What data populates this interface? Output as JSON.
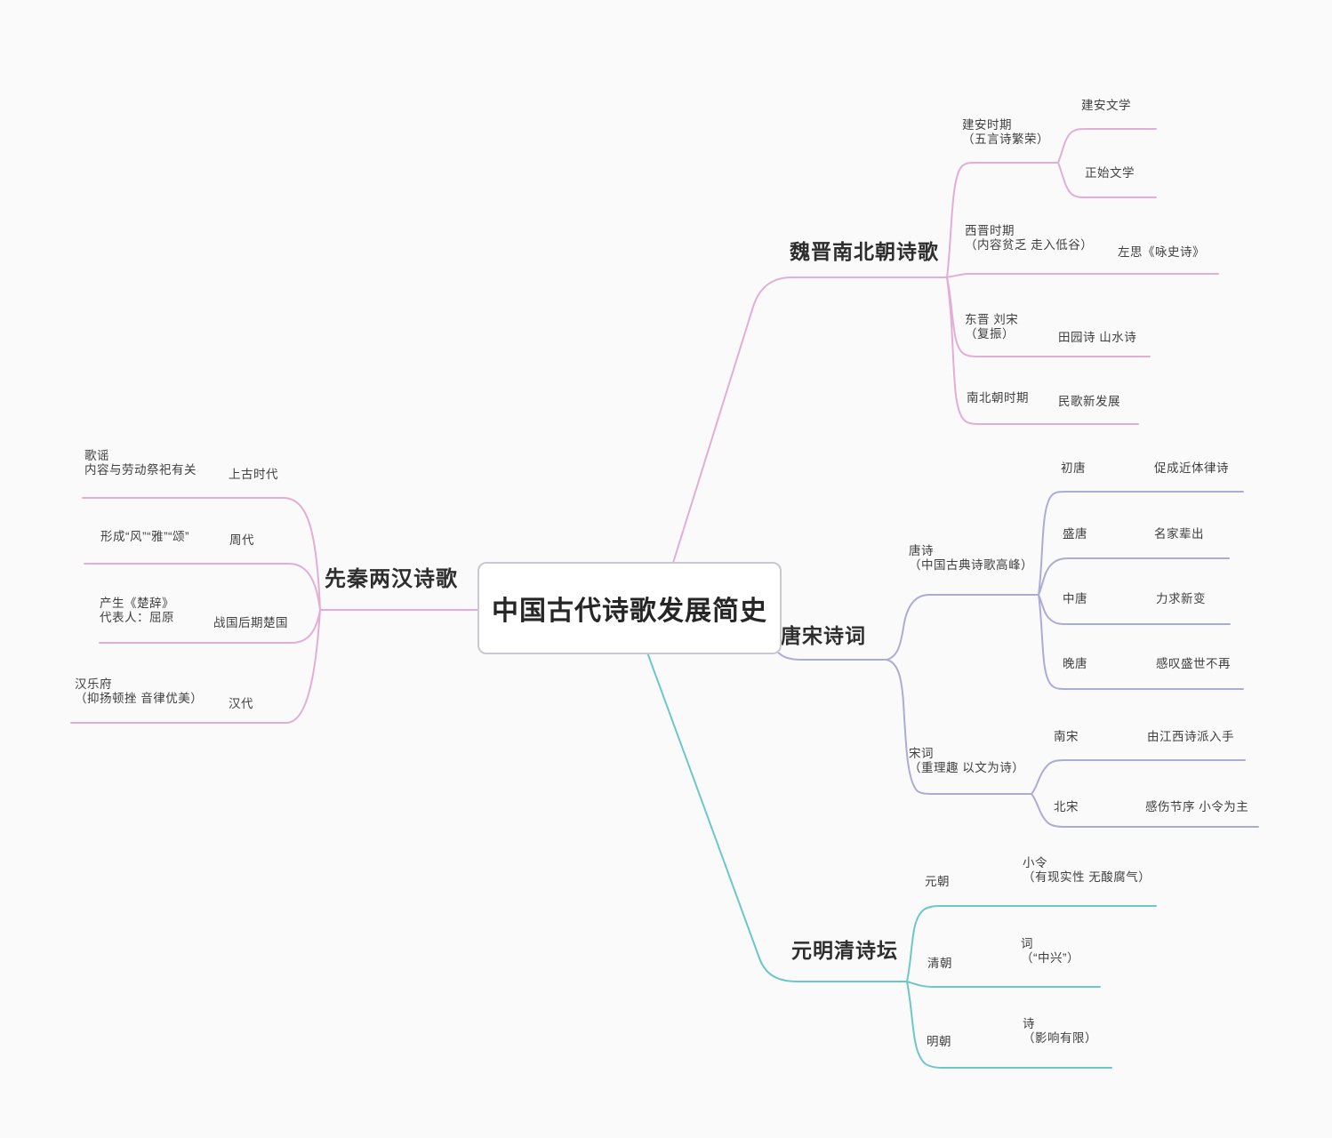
{
  "central": {
    "title": "中国古代诗歌发展简史"
  },
  "colors": {
    "pink": "#e3aed5",
    "lavender": "#abacd6",
    "teal": "#6cc7c9",
    "text": "#3f3f3f"
  },
  "branches": {
    "pre_qin_han": {
      "label": "先秦两汉诗歌",
      "children": [
        {
          "desc": "歌谣\n内容与劳动祭祀有关",
          "keyword": "上古时代"
        },
        {
          "desc": "形成“风”“雅”“颂”",
          "keyword": "周代"
        },
        {
          "desc": "产生《楚辞》\n代表人：屈原",
          "keyword": "战国后期楚国"
        },
        {
          "desc": "汉乐府\n（抑扬顿挫 音律优美）",
          "keyword": "汉代"
        }
      ]
    },
    "wei_jin_nanbeichao": {
      "label": "魏晋南北朝诗歌",
      "children": [
        {
          "desc": "建安时期\n（五言诗繁荣）",
          "subs": [
            "建安文学",
            "正始文学"
          ]
        },
        {
          "desc": "西晋时期\n（内容贫乏 走入低谷）",
          "keyword": "左思《咏史诗》"
        },
        {
          "desc": "东晋 刘宋\n（复振）",
          "keyword": "田园诗 山水诗"
        },
        {
          "desc": "南北朝时期",
          "keyword": "民歌新发展"
        }
      ]
    },
    "tang_song": {
      "label": "唐宋诗词",
      "tang": {
        "desc": "唐诗\n（中国古典诗歌高峰）",
        "periods": [
          {
            "name": "初唐",
            "note": "促成近体律诗"
          },
          {
            "name": "盛唐",
            "note": "名家辈出"
          },
          {
            "name": "中唐",
            "note": "力求新变"
          },
          {
            "name": "晚唐",
            "note": "感叹盛世不再"
          }
        ]
      },
      "song": {
        "desc": "宋词\n（重理趣 以文为诗）",
        "periods": [
          {
            "name": "南宋",
            "note": "由江西诗派入手"
          },
          {
            "name": "北宋",
            "note": "感伤节序 小令为主"
          }
        ]
      }
    },
    "yuan_ming_qing": {
      "label": "元明清诗坛",
      "children": [
        {
          "name": "元朝",
          "note": "小令\n（有现实性 无酸腐气）"
        },
        {
          "name": "清朝",
          "note": "词\n（“中兴”）"
        },
        {
          "name": "明朝",
          "note": "诗\n（影响有限）"
        }
      ]
    }
  }
}
